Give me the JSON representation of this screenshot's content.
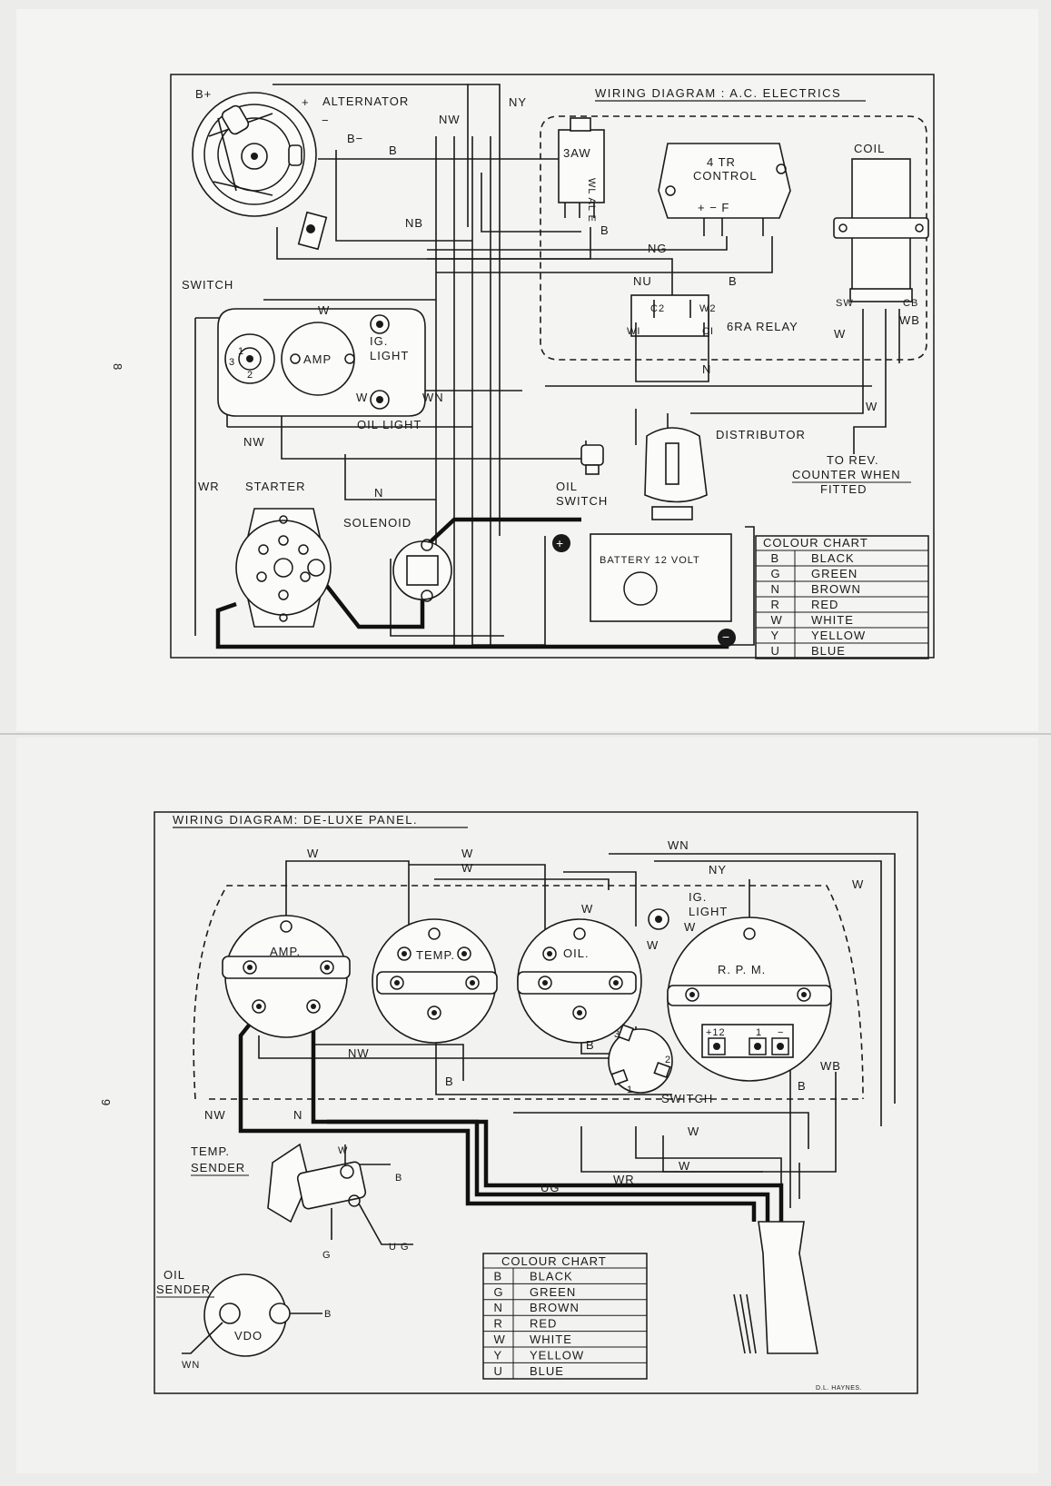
{
  "page_numbers": {
    "top": "8",
    "bottom": "9"
  },
  "top_diagram": {
    "title": "WIRING DIAGRAM : A.C. ELECTRICS",
    "components": {
      "alternator": "ALTERNATOR",
      "alt_b_plus": "B+",
      "alt_plus": "+",
      "alt_minus": "−",
      "alt_b_minus": "B−",
      "three_aw": "3AW",
      "three_aw_terminals": "WL AL E",
      "control_title_1": "4 TR",
      "control_title_2": "CONTROL",
      "control_terminals": "+   −    F",
      "coil": "COIL",
      "coil_sw": "SW",
      "coil_cb": "CB",
      "switch": "SWITCH",
      "amp": "AMP",
      "ig_light_1": "IG.",
      "ig_light_2": "LIGHT",
      "oil_light": "OIL LIGHT",
      "relay": "6RA RELAY",
      "relay_c2": "C2",
      "relay_w2": "W2",
      "relay_w1": "WI",
      "relay_c1": "CI",
      "distributor": "DISTRIBUTOR",
      "rev_counter_1": "TO REV.",
      "rev_counter_2": "COUNTER WHEN",
      "rev_counter_3": "FITTED",
      "starter": "STARTER",
      "solenoid": "SOLENOID",
      "oil_switch_1": "OIL",
      "oil_switch_2": "SWITCH",
      "battery": "BATTERY 12 VOLT",
      "battery_plus": "+",
      "battery_minus": "−"
    },
    "wire_labels": {
      "ny": "NY",
      "nw_top": "NW",
      "b_top": "B",
      "nb": "NB",
      "b_3aw": "B",
      "ng": "NG",
      "nu": "NU",
      "b_relay": "B",
      "w_coil": "W",
      "w_switch": "W",
      "w_oil": "W",
      "wn": "WN",
      "n_relay": "N",
      "w_dist": "W",
      "nw_left": "NW",
      "wr": "WR",
      "n_solenoid": "N",
      "wb": "WB"
    },
    "colour_chart": {
      "title": "COLOUR CHART",
      "rows": [
        {
          "code": "B",
          "name": "BLACK"
        },
        {
          "code": "G",
          "name": "GREEN"
        },
        {
          "code": "N",
          "name": "BROWN"
        },
        {
          "code": "R",
          "name": "RED"
        },
        {
          "code": "W",
          "name": "WHITE"
        },
        {
          "code": "Y",
          "name": "YELLOW"
        },
        {
          "code": "U",
          "name": "BLUE"
        }
      ]
    }
  },
  "bottom_diagram": {
    "title": "WIRING DIAGRAM: DE-LUXE PANEL.",
    "gauges": {
      "amp": "AMP.",
      "temp": "TEMP.",
      "oil": "OIL.",
      "rpm": "R. P. M.",
      "ig_light_1": "IG.",
      "ig_light_2": "LIGHT",
      "switch": "SWITCH",
      "sw_1": "1",
      "sw_2": "2",
      "sw_3": "3",
      "rpm_t1": "+12",
      "rpm_t2": "1",
      "rpm_t3": "−"
    },
    "senders": {
      "temp_1": "TEMP.",
      "temp_2": "SENDER",
      "oil_1": "OIL",
      "oil_2": "SENDER",
      "vdo": "VDO"
    },
    "wire_labels": {
      "w1": "W",
      "w2": "W",
      "w3": "W",
      "wn_top": "WN",
      "ny": "NY",
      "w_right": "W",
      "w_oil": "W",
      "w_ig1": "W",
      "w_ig2": "W",
      "nw_mid": "NW",
      "b_temp": "B",
      "b_oil": "B",
      "wb": "WB",
      "b_rpm": "B",
      "nw_left": "NW",
      "n_left": "N",
      "w_low1": "W",
      "w_low2": "W",
      "wr": "WR",
      "ug": "UG",
      "ts_w": "W",
      "ts_b": "B",
      "ts_g": "G",
      "ts_ug": "U G",
      "os_b": "B",
      "os_wn": "WN"
    },
    "colour_chart": {
      "title": "COLOUR CHART",
      "rows": [
        {
          "code": "B",
          "name": "BLACK"
        },
        {
          "code": "G",
          "name": "GREEN"
        },
        {
          "code": "N",
          "name": "BROWN"
        },
        {
          "code": "R",
          "name": "RED"
        },
        {
          "code": "W",
          "name": "WHITE"
        },
        {
          "code": "Y",
          "name": "YELLOW"
        },
        {
          "code": "U",
          "name": "BLUE"
        }
      ]
    },
    "signature": "D.L. HAYNES."
  }
}
